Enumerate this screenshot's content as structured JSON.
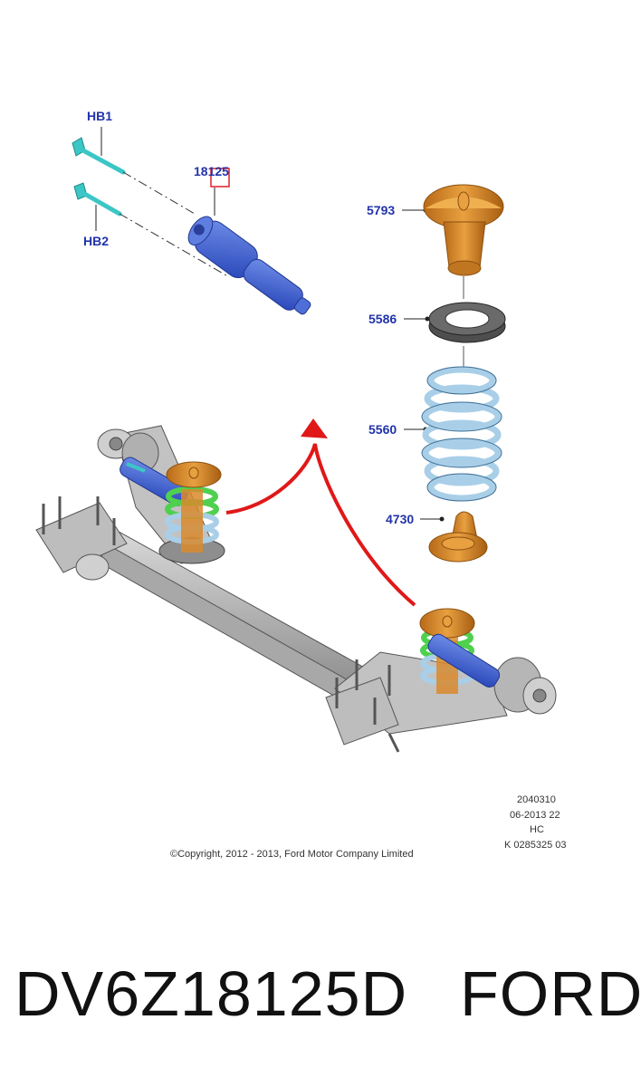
{
  "callouts": {
    "hb1": "HB1",
    "hb2": "HB2",
    "shock": "18125",
    "bump_stop_upper": "5793",
    "spring_seat": "5586",
    "coil_spring": "5560",
    "bump_stop_lower": "4730"
  },
  "metadata": {
    "line1": "2040310",
    "line2": "06-2013 22",
    "line3": "HC",
    "line4": "K 0285325 03"
  },
  "copyright": "©Copyright, 2012 - 2013, Ford Motor Company Limited",
  "part_number": "DV6Z18125D",
  "brand": "FORD",
  "colors": {
    "label": "#2233aa",
    "shock": "#3a5fd0",
    "bolt": "#3cc6c6",
    "rubber": "#d98a2b",
    "spring": "#a9cfe8",
    "seat": "#555555",
    "axle": "#b8b8b8",
    "arrow": "#e01818",
    "highlight": "#e0202a"
  }
}
